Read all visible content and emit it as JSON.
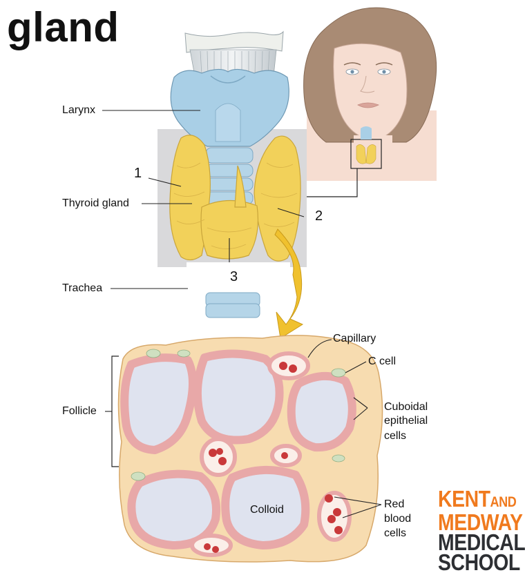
{
  "title": "gland",
  "labels": {
    "larynx": "Larynx",
    "thyroid_gland": "Thyroid gland",
    "trachea": "Trachea",
    "follicle": "Follicle",
    "capillary": "Capillary",
    "c_cell": "C cell",
    "cuboidal_line1": "Cuboidal",
    "cuboidal_line2": "epithelial",
    "cuboidal_line3": "cells",
    "colloid": "Colloid",
    "rbc_line1": "Red",
    "rbc_line2": "blood",
    "rbc_line3": "cells"
  },
  "numbers": {
    "n1": "1",
    "n2": "2",
    "n3": "3"
  },
  "logo": {
    "kent": "KENT",
    "and": "AND",
    "medway": "MEDWAY",
    "medical": "MEDICAL",
    "school": "SCHOOL"
  },
  "colors": {
    "thyroid": "#f2d15a",
    "larynx": "#a9cfe6",
    "grey_box": "#d9d9db",
    "tissue": "#f7dcb0",
    "colloid": "#dfe3ef",
    "cells": "#e8a8a8",
    "rbc": "#c9393a",
    "logo_orange": "#f07a1e",
    "logo_dark": "#2d2f33"
  }
}
